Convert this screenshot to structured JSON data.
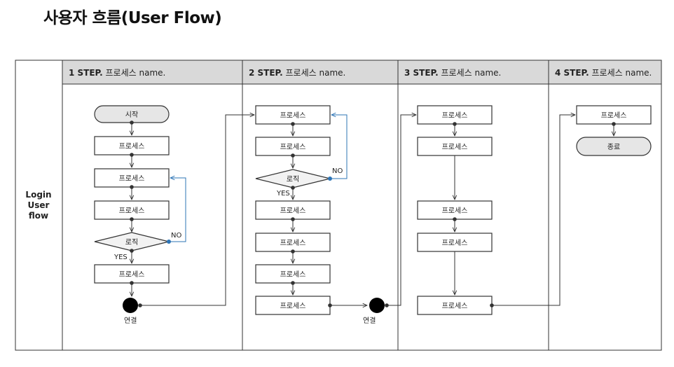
{
  "title": "사용자 흐름(User Flow)",
  "lane_label": [
    "Login",
    "User",
    "flow"
  ],
  "steps": [
    {
      "num": "1 STEP.",
      "name": " 프로세스 name."
    },
    {
      "num": "2 STEP.",
      "name": " 프로세스 name."
    },
    {
      "num": "3 STEP.",
      "name": " 프로세스 name."
    },
    {
      "num": "4 STEP.",
      "name": " 프로세스 name."
    }
  ],
  "labels": {
    "start": "시작",
    "process": "프로세스",
    "logic": "로직",
    "yes": "YES",
    "no": "NO",
    "connector": "연결",
    "end": "종료"
  },
  "colors": {
    "loop": "#2e75b6",
    "header_bg": "#d9d9d9",
    "terminal_bg": "#e6e6e6"
  }
}
